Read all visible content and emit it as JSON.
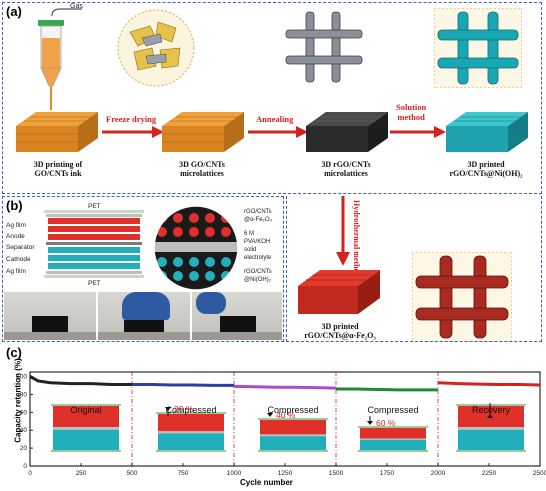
{
  "panel_a": {
    "letter": "(a)",
    "gas_label": "Gas",
    "steps": [
      {
        "label_lines": [
          "3D printing of",
          "GO/CNTs ink"
        ]
      },
      {
        "label_lines": [
          "3D GO/CNTs",
          "microlattices"
        ]
      },
      {
        "label_lines": [
          "3D rGO/CNTs",
          "microlattices"
        ]
      },
      {
        "label_lines": [
          "3D printed",
          "rGO/CNTs@Ni(OH)₂"
        ]
      },
      {
        "label_lines": [
          "3D printed",
          "rGO/CNTs@α-Fe₂O₃"
        ]
      }
    ],
    "arrows": {
      "freeze": "Freeze drying",
      "anneal": "Annealing",
      "solution_line1": "Solution",
      "solution_line2": "method",
      "hydro_line1": "Hydrothermal",
      "hydro_line2": "method"
    }
  },
  "panel_b": {
    "letter": "(b)",
    "layers": [
      "PET",
      "Ag film",
      "Anode",
      "Separator",
      "Cathode",
      "Ag film",
      "PET"
    ],
    "zoom_labels": [
      "rGO/CNTs",
      "@α-Fe₂O₃",
      "6 M",
      "PVA/KOH",
      "solid",
      "electrolyte",
      "rGO/CNTs",
      "@Ni(OH)₂"
    ]
  },
  "panel_c": {
    "letter": "(c)",
    "stages": [
      {
        "title": "Original",
        "pct": ""
      },
      {
        "title": "Compressed",
        "pct": "20 %"
      },
      {
        "title": "Compressed",
        "pct": "40 %"
      },
      {
        "title": "Compressed",
        "pct": "60 %"
      },
      {
        "title": "Recovery",
        "pct": ""
      }
    ]
  },
  "chart_data": {
    "type": "line",
    "xlabel": "Cycle number",
    "ylabel": "Capacity retention (%)",
    "x_ticks": [
      "0",
      "250",
      "500",
      "750",
      "1000",
      "1250",
      "1500",
      "1750",
      "2000",
      "2250",
      "2500"
    ],
    "y_ticks": [
      "0",
      "20",
      "40",
      "60",
      "80",
      "100"
    ],
    "xlim": [
      0,
      2500
    ],
    "ylim": [
      0,
      105
    ],
    "series": [
      {
        "x": [
          0,
          40,
          100,
          200,
          300,
          400,
          500
        ],
        "y": [
          100,
          95,
          93,
          92,
          92,
          91,
          91
        ],
        "color": "#222222"
      },
      {
        "x": [
          500,
          600,
          700,
          800,
          900,
          1000
        ],
        "y": [
          91,
          91,
          90.5,
          90.5,
          90,
          90
        ],
        "color": "#2c3ea8"
      },
      {
        "x": [
          1000,
          1100,
          1200,
          1300,
          1400,
          1500
        ],
        "y": [
          89,
          88.5,
          88,
          88,
          87.5,
          87
        ],
        "color": "#b04bc7"
      },
      {
        "x": [
          1500,
          1600,
          1700,
          1800,
          1900,
          2000
        ],
        "y": [
          86,
          86,
          85.5,
          85,
          85,
          85
        ],
        "color": "#1f8a3b"
      },
      {
        "x": [
          2000,
          2100,
          2200,
          2300,
          2400,
          2500
        ],
        "y": [
          93,
          92,
          91.5,
          91,
          91,
          90.5
        ],
        "color": "#d4231f"
      }
    ],
    "dividers": [
      500,
      1000,
      1500,
      2000
    ]
  }
}
